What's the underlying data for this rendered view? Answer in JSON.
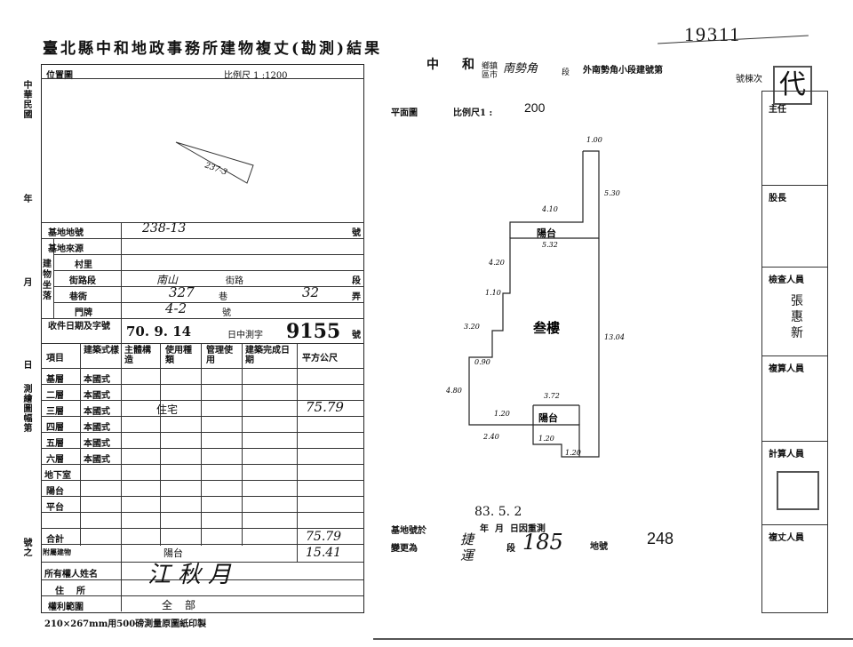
{
  "header": {
    "title": "臺北縣中和地政事務所建物複丈(勘測)結果",
    "serial_no": "19311",
    "side_labels": [
      "中華民國",
      "年",
      "月",
      "日",
      "測繪圖幅第",
      "號之"
    ]
  },
  "location_map": {
    "label": "位置圖",
    "scale": "比例尺 1 :1200",
    "sketch_note": "237-3"
  },
  "form": {
    "base_lot_label": "基地地號",
    "base_lot_value": "238-13",
    "base_lot_unit": "號",
    "base_source_label": "基地來源",
    "building_location_label": "建物坐落",
    "village_label": "村里",
    "street_label": "街路段",
    "street_value": "南山",
    "street_suffix": "街路",
    "section_unit": "段",
    "lane_label": "巷衖",
    "lane_value": "327",
    "lane_unit": "巷",
    "alley_value": "32",
    "alley_unit": "弄",
    "door_label": "門牌",
    "door_value": "4-2",
    "door_unit": "號",
    "receipt_label": "收件日期及字號",
    "receipt_date": "70. 9. 14",
    "receipt_word": "日中測字",
    "receipt_no": "9155",
    "receipt_unit": "號",
    "columns": [
      "項目",
      "建築式樣",
      "主體構造",
      "使用種類",
      "管理使用",
      "建築完成日期",
      "平方公尺"
    ],
    "floors": [
      {
        "label": "基層",
        "style": "本國式",
        "use": "",
        "area": ""
      },
      {
        "label": "二層",
        "style": "本國式",
        "use": "",
        "area": ""
      },
      {
        "label": "三層",
        "style": "本國式",
        "use": "住宅",
        "area": "75.79"
      },
      {
        "label": "四層",
        "style": "本國式",
        "use": "",
        "area": ""
      },
      {
        "label": "五層",
        "style": "本國式",
        "use": "",
        "area": ""
      },
      {
        "label": "六層",
        "style": "本國式",
        "use": "",
        "area": ""
      }
    ],
    "basement_label": "地下室",
    "balcony_label": "陽台",
    "platform_label": "平台",
    "total_label": "合計",
    "total_value": "75.79",
    "attached_label": "附屬建物",
    "attached_use": "陽台",
    "attached_value": "15.41",
    "owner_label": "所有權人姓名",
    "owner_value": "江秋月",
    "address_label": "住所",
    "rights_label": "權利範圍",
    "rights_value": "全部",
    "footer_note": "210×267mm用500磅測量原圖紙印製"
  },
  "plan": {
    "district_a": "中",
    "district_b": "和",
    "district_units": "鄉鎮\n區市",
    "district_hand": "南勢角",
    "segment": "段",
    "sub_segment": "外南勢角小段建號第",
    "building_no_label": "號棟次",
    "plan_label": "平面圖",
    "scale_label": "比例尺1 :",
    "scale_value": "200",
    "room_main": "叁樓",
    "room_balcony_top": "陽台",
    "room_balcony_bottom": "陽台",
    "dims": [
      "1.00",
      "5.30",
      "4.10",
      "5.32",
      "4.20",
      "1.10",
      "3.20",
      "13.04",
      "0.90",
      "4.80",
      "3.72",
      "1.20",
      "2.40",
      "1.20",
      "1.20"
    ],
    "remeasure_prefix": "基地號於",
    "remeasure_date": "83. 5. 2",
    "remeasure_units": "年  月  日因重測",
    "change_label": "變更為",
    "change_hand": "捷運",
    "change_segment": "段",
    "change_no": "185",
    "change_suffix": "地號",
    "change_extra": "248"
  },
  "right_column": {
    "stamp_char": "代",
    "labels": [
      "主任",
      "股長",
      "檢查人員",
      "複算人員",
      "計算人員",
      "複丈人員"
    ],
    "inspector_name": "張惠新"
  }
}
